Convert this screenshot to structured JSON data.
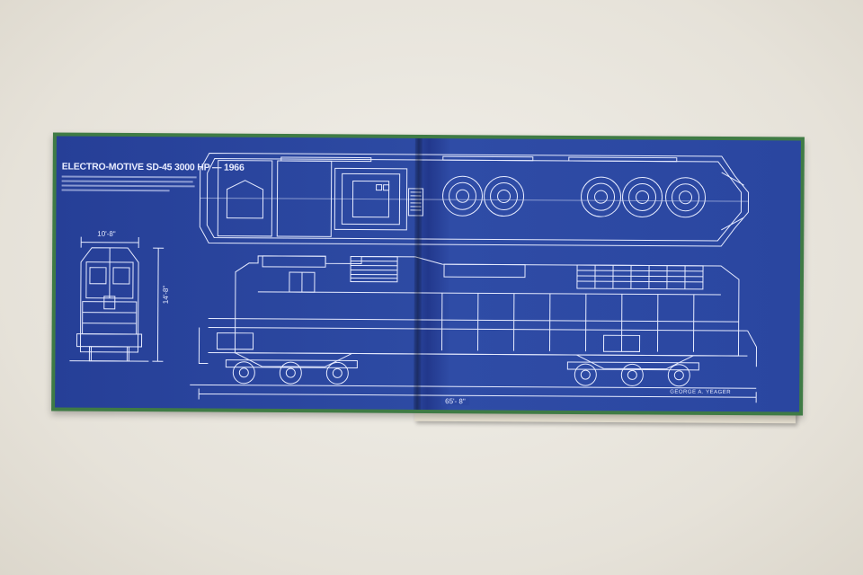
{
  "blueprint": {
    "title": "ELECTRO-MOTIVE SD-45 3000 HP — 1966",
    "dimensions": {
      "width": "10'-8\"",
      "height": "14'-8\"",
      "length": "65'- 8\""
    },
    "signature": "GEORGE A. YEAGER"
  },
  "colors": {
    "blueprint": "#2a46a0",
    "cover": "#3f7b45",
    "wall": "#eae7df",
    "lines": "#e6ebff"
  }
}
